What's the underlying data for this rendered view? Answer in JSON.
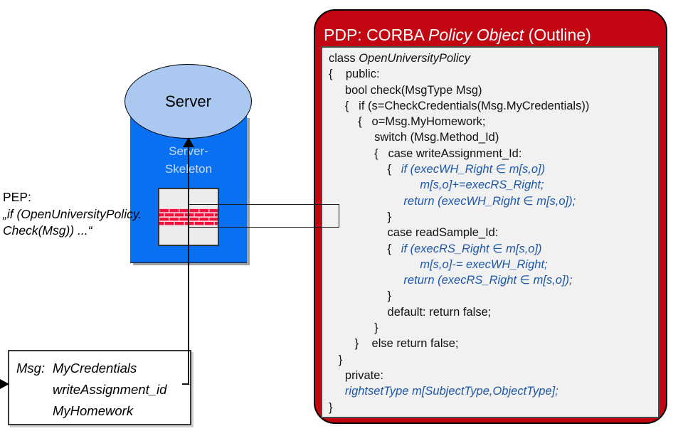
{
  "pep": {
    "label": "PEP:",
    "code_line1": "„if (OpenUniversityPolicy.",
    "code_line2": "Check(Msg)) ...“"
  },
  "server": {
    "label": "Server",
    "skeleton_line1": "Server-",
    "skeleton_line2": "Skeleton"
  },
  "msg_box": {
    "label": "Msg:",
    "items": [
      "MyCredentials",
      "writeAssignment_id",
      "MyHomework"
    ]
  },
  "pdp": {
    "title_segments": [
      [
        "k",
        "PDP: CORBA "
      ],
      [
        "i",
        "Policy Object"
      ],
      [
        "k",
        " (Outline)"
      ]
    ],
    "code_lines": [
      [
        [
          "k",
          "class "
        ],
        [
          "i",
          "OpenUniversityPolicy"
        ]
      ],
      [
        [
          "k",
          "{    public:"
        ]
      ],
      [
        [
          "k",
          "     bool check(MsgType Msg)"
        ]
      ],
      [
        [
          "k",
          "     {   if (s=CheckCredentials(Msg.MyCredentials))"
        ]
      ],
      [
        [
          "k",
          "         {   o=Msg.MyHomework;"
        ]
      ],
      [
        [
          "k",
          "              switch (Msg.Method_Id)"
        ]
      ],
      [
        [
          "k",
          "              {   case writeAssignment_Id:"
        ]
      ],
      [
        [
          "k",
          "                  {   "
        ],
        [
          "b",
          "if (execWH_Right ∈ m[s,o])"
        ]
      ],
      [
        [
          "b",
          "                            m[s,o]+=execRS_Right;"
        ]
      ],
      [
        [
          "b",
          "                       return (execWH_Right ∈ m[s,o]);"
        ]
      ],
      [
        [
          "k",
          "                  }"
        ]
      ],
      [
        [
          "k",
          "                  case readSample_Id:"
        ]
      ],
      [
        [
          "k",
          "                  {   "
        ],
        [
          "b",
          "if (execRS_Right ∈ m[s,o])"
        ]
      ],
      [
        [
          "b",
          "                            m[s,o]-= execWH_Right;"
        ]
      ],
      [
        [
          "b",
          "                       return (execRS_Right ∈ m[s,o]);"
        ]
      ],
      [
        [
          "k",
          "                  }"
        ]
      ],
      [
        [
          "k",
          "                  default: return false;"
        ]
      ],
      [
        [
          "k",
          "              }"
        ]
      ],
      [
        [
          "k",
          "        }    else return false;"
        ]
      ],
      [
        [
          "k",
          "   }"
        ]
      ],
      [
        [
          "k",
          "     private:"
        ]
      ],
      [
        [
          "k",
          "     "
        ],
        [
          "b",
          "rightsetType m[SubjectType,ObjectType];"
        ]
      ],
      [
        [
          "k",
          "}"
        ]
      ]
    ]
  },
  "icons": {
    "firewall": "firewall-brick-icon",
    "arrow_up": "arrow-up-icon",
    "arrow_right": "arrow-right-icon"
  },
  "colors": {
    "pdp_red": "#C20712",
    "server_blue": "#0A70F2",
    "ellipse_fill": "#AAC8F0",
    "skeleton_text": "#C6DAF8",
    "code_blue": "#1C57A8",
    "code_bg": "#F1F1F1",
    "firewall_bg": "#ECECEC",
    "brick_red": "#F0143C",
    "brick_mortar": "#F8CDD6",
    "title_text": "#FFFFFF"
  }
}
